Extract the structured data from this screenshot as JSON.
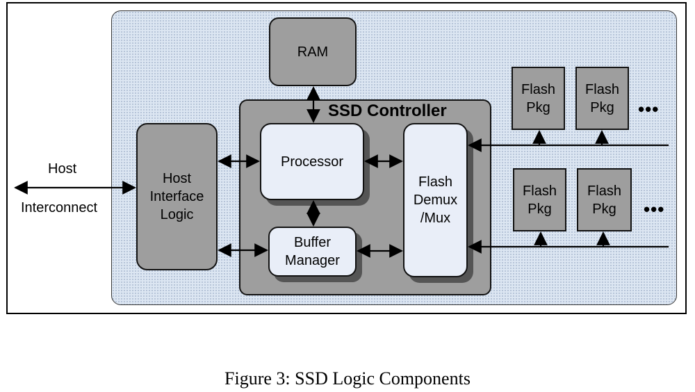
{
  "diagram": {
    "ram": "RAM",
    "ssd_controller": "SSD Controller",
    "host_interface_logic": [
      "Host",
      "Interface",
      "Logic"
    ],
    "processor": "Processor",
    "buffer_manager": [
      "Buffer",
      "Manager"
    ],
    "flash_demux": [
      "Flash",
      "Demux",
      "/Mux"
    ],
    "host_label": "Host",
    "interconnect_label": "Interconnect",
    "flash_pkg": [
      "Flash",
      "Pkg"
    ],
    "ellipsis": "•••"
  },
  "caption": "Figure 3: SSD Logic Components"
}
